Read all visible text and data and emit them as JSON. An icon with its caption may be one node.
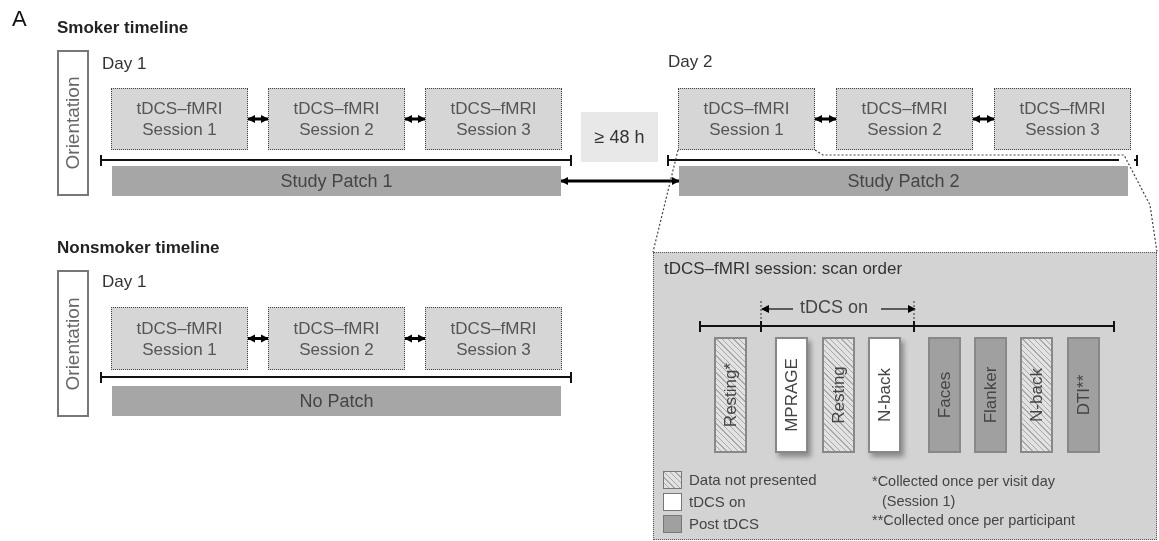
{
  "diagram": {
    "nodes": [
      {
        "text": [
          "Orientation"
        ]
      },
      {
        "text": [
          "tDCS–fMRI Session 1"
        ]
      },
      {
        "text": [
          "tDCS–fMRI Session 2"
        ]
      },
      {
        "text": [
          "tDCS–fMRI Session 3"
        ]
      },
      {
        "text": [
          "≥ 48 h"
        ]
      },
      {
        "text": [
          "tDCS–fMRI Session 1"
        ]
      },
      {
        "text": [
          "tDCS–fMRI Session 2"
        ]
      },
      {
        "text": [
          "tDCS–fMRI Session 3"
        ]
      },
      {
        "text": [
          "Study Patch 1"
        ]
      },
      {
        "text": [
          "Study Patch 2"
        ]
      },
      {
        "text": [
          "Orientation"
        ]
      },
      {
        "text": [
          "tDCS–fMRI Session 1"
        ]
      },
      {
        "text": [
          "tDCS–fMRI Session 2"
        ]
      },
      {
        "text": [
          "tDCS–fMRI Session 3"
        ]
      },
      {
        "text": [
          "No Patch"
        ]
      },
      {
        "text": [
          "tDCS–fMRI session: scan order"
        ]
      },
      {
        "text": [
          "Resting*"
        ],
        "in": 15
      },
      {
        "text": [
          "MPRAGE"
        ],
        "in": 15
      },
      {
        "text": [
          "Resting"
        ],
        "in": 15
      },
      {
        "text": [
          "N-back"
        ],
        "in": 15
      },
      {
        "text": [
          "Faces"
        ],
        "in": 15
      },
      {
        "text": [
          "Flanker"
        ],
        "in": 15
      },
      {
        "text": [
          "N-back"
        ],
        "in": 15
      },
      {
        "text": [
          "DTI**"
        ],
        "in": 15
      }
    ],
    "edges": [
      {
        "from": 1,
        "to": 2,
        "arrow": "both"
      },
      {
        "from": 2,
        "to": 3,
        "arrow": "both"
      },
      {
        "from": 5,
        "to": 6,
        "arrow": "both"
      },
      {
        "from": 6,
        "to": 7,
        "arrow": "both"
      },
      {
        "from": 8,
        "to": 9,
        "arrow": "both"
      },
      {
        "from": 11,
        "to": 12,
        "arrow": "both"
      },
      {
        "from": 12,
        "to": 13,
        "arrow": "both"
      },
      {
        "from": 5,
        "to": 15,
        "arrow": "none",
        "style": "dashed"
      },
      {
        "from": 5,
        "to": 15,
        "arrow": "none",
        "style": "dashed"
      }
    ],
    "labels": [
      "A",
      "Smoker timeline",
      "Day 1",
      "Day 2",
      "Nonsmoker timeline",
      "Day 1",
      "tDCS on",
      "*Collected once per visit day (Session 1)",
      "**Collected once per participant"
    ],
    "legend": [
      {
        "text": "Data not presented"
      },
      {
        "text": "tDCS on",
        "color": "#ffffff"
      },
      {
        "text": "Post tDCS",
        "color": "#a0a0a0"
      }
    ]
  }
}
